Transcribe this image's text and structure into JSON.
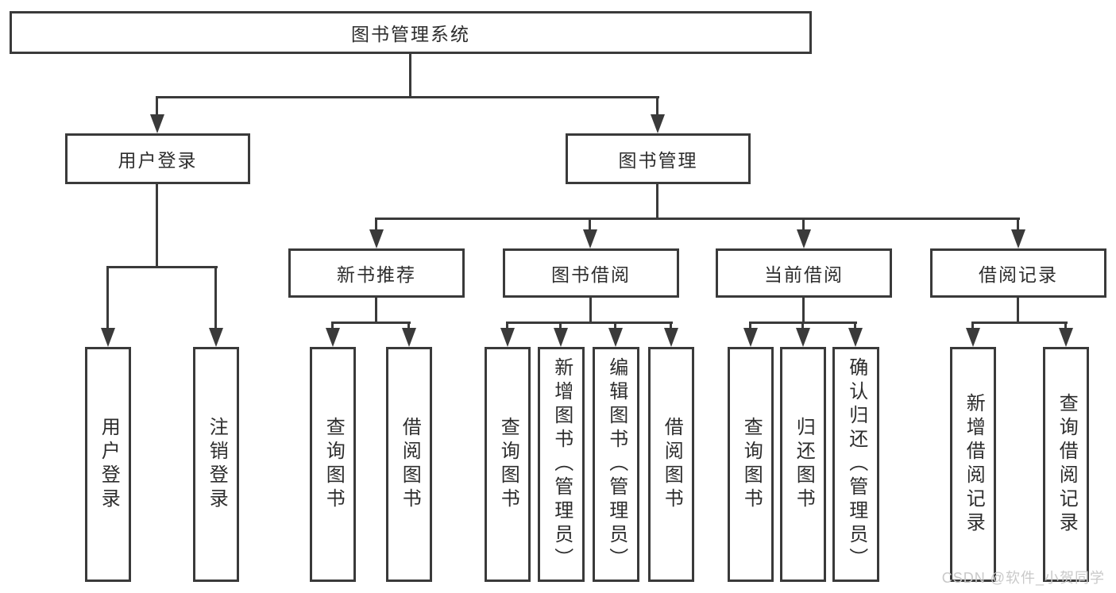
{
  "nodes": {
    "root": "图书管理系统",
    "login": "用户登录",
    "manage": "图书管理",
    "newbook": "新书推荐",
    "borrow": "图书借阅",
    "current": "当前借阅",
    "record": "借阅记录"
  },
  "leaves": {
    "login": [
      "用户登录",
      "注销登录"
    ],
    "newbook": [
      "查询图书",
      "借阅图书"
    ],
    "borrow": [
      "查询图书",
      "新增图书（管理员）",
      "编辑图书（管理员）",
      "借阅图书"
    ],
    "current": [
      "查询图书",
      "归还图书",
      "确认归还（管理员）"
    ],
    "record": [
      "新增借阅记录",
      "查询借阅记录"
    ]
  },
  "watermark": "CSDN @软件_小贺同学",
  "colors": {
    "line": "#3a3a3a",
    "text": "#2d2d2d",
    "background": "#ffffff",
    "watermark": "#c9c9c9"
  }
}
